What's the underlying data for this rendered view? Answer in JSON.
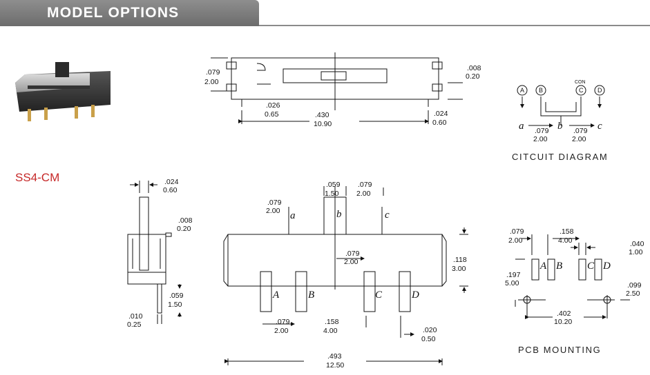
{
  "header": {
    "title": "MODEL OPTIONS"
  },
  "model": {
    "name": "SS4-CM"
  },
  "captions": {
    "circuit": "CITCUIT  DIAGRAM",
    "pcb": "PCB  MOUNTING"
  },
  "circuit": {
    "terminals": [
      "A",
      "B",
      "C",
      "D"
    ],
    "con_label": "CON",
    "poles": [
      "a",
      "b",
      "c"
    ],
    "dim1": [
      ".079",
      "2.00"
    ],
    "dim2": [
      ".079",
      "2.00"
    ]
  },
  "top_view": {
    "h": [
      ".079",
      "2.00"
    ],
    "t": [
      ".008",
      "0.20"
    ],
    "w1": [
      ".026",
      "0.65"
    ],
    "len": [
      ".430",
      "10.90"
    ],
    "w2": [
      ".024",
      "0.60"
    ]
  },
  "side_view": {
    "pin_w": [
      ".024",
      "0.60"
    ],
    "t": [
      ".008",
      "0.20"
    ],
    "pin_l": [
      ".059",
      "1.50"
    ],
    "pin_t": [
      ".010",
      "0.25"
    ]
  },
  "front_view": {
    "knob": [
      ".059",
      "1.50"
    ],
    "r_off": [
      ".079",
      "2.00"
    ],
    "l_off": [
      ".079",
      "2.00"
    ],
    "mid": [
      ".079",
      "2.00"
    ],
    "height": [
      ".118",
      "3.00"
    ],
    "pin_pitch": [
      ".079",
      "2.00"
    ],
    "pin_span": [
      ".158",
      "4.00"
    ],
    "pin_w": [
      ".020",
      "0.50"
    ],
    "len": [
      ".493",
      "12.50"
    ],
    "pole_labels": [
      "a",
      "b",
      "c"
    ],
    "pin_labels": [
      "A",
      "B",
      "C",
      "D"
    ]
  },
  "pcb": {
    "p1": [
      ".079",
      "2.00"
    ],
    "p2": [
      ".158",
      "4.00"
    ],
    "d1": [
      ".040",
      "1.00"
    ],
    "d2": [
      ".197",
      "5.00"
    ],
    "d3": [
      ".099",
      "2.50"
    ],
    "d4": [
      ".402",
      "10.20"
    ],
    "pads": [
      "A",
      "B",
      "C",
      "D"
    ]
  }
}
